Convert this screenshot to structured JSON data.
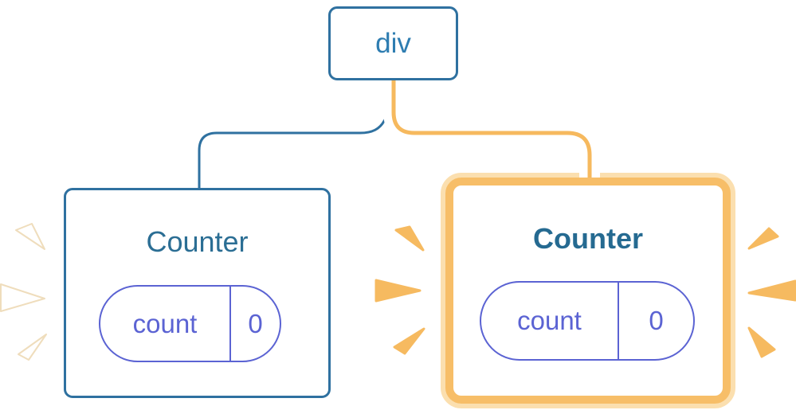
{
  "diagram": {
    "root_node": {
      "label": "div"
    },
    "left_counter": {
      "title": "Counter",
      "state": {
        "key": "count",
        "value": "0"
      },
      "highlighted": false
    },
    "right_counter": {
      "title": "Counter",
      "state": {
        "key": "count",
        "value": "0"
      },
      "highlighted": true
    }
  },
  "colors": {
    "blue_stroke": "#2F71A0",
    "blue_text": "#2E7DB1",
    "teal_title": "#2B6E94",
    "teal_title_bold": "#256A91",
    "indigo_pill": "#5B63D3",
    "orange_line": "#F6B95E",
    "orange_ring": "#F7BE68",
    "orange_halo": "#FBDFAF",
    "sparkle_orange": "#F6BA60",
    "sparkle_white": "#FFFFFF",
    "background": "#FFFFFF"
  }
}
